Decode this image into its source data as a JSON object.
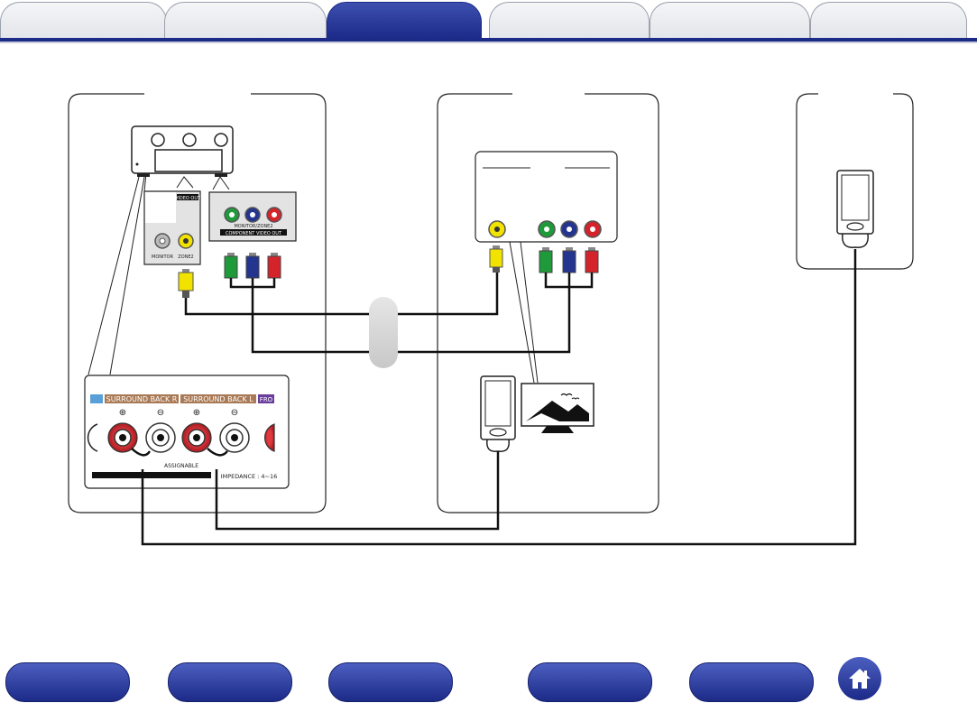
{
  "tabs": [
    {
      "label": ""
    },
    {
      "label": ""
    },
    {
      "label": ""
    },
    {
      "label": ""
    },
    {
      "label": ""
    },
    {
      "label": ""
    }
  ],
  "active_tab_index": 2,
  "diagram": {
    "receiver": {
      "video_out_label": "VIDEO OUT",
      "monitor_label": "MONITOR",
      "zone2_label": "ZONE2",
      "monitor_zone2_label": "MONITOR/ZONE2",
      "component_video_out_label": "COMPONENT VIDEO OUT",
      "surround_back_r_label": "SURROUND BACK R",
      "surround_back_l_label": "SURROUND BACK L",
      "front_partial_label": "FRO",
      "assignable_label": "ASSIGNABLE",
      "impedance_label": "IMPEDANCE : 4~16"
    },
    "colors": {
      "video_yellow": "#f2e200",
      "component_green": "#1f9a3a",
      "component_blue": "#23358f",
      "component_red": "#d4232a",
      "speaker_red": "#c8262c",
      "surround_bar": "#a97a55",
      "front_bar": "#6a3f9b",
      "accent_navy": "#1c2a88"
    }
  },
  "bottom_nav": {
    "buttons": [
      {
        "label": ""
      },
      {
        "label": ""
      },
      {
        "label": ""
      },
      {
        "label": ""
      },
      {
        "label": ""
      }
    ],
    "home_icon": "home-icon"
  }
}
